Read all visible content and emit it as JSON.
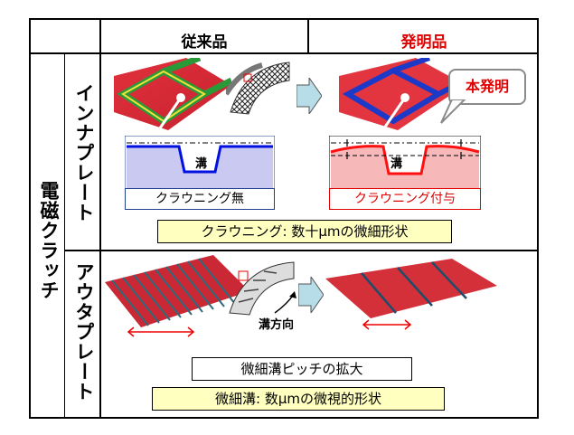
{
  "headers": {
    "conventional": "従来品",
    "invention": "発明品"
  },
  "section_main": "電磁クラッチ",
  "rows": {
    "inner": "インナプレート",
    "outer": "アウタプレート"
  },
  "inner": {
    "groove_left": "溝",
    "groove_right": "溝",
    "caption_left": "クラウニング無",
    "caption_right": "クラウニング付与",
    "callout": "本発明",
    "summary": "クラウニング: 数十μmの微細形状"
  },
  "outer": {
    "groove_dir": "溝方向",
    "pitch_caption": "微細溝ピッチの拡大",
    "summary": "微細溝: 数μmの微視的形状"
  },
  "colors": {
    "red_text": "#e00000",
    "yellow_box": "#ffffc0",
    "arrow_fill": "#b7dde8"
  }
}
